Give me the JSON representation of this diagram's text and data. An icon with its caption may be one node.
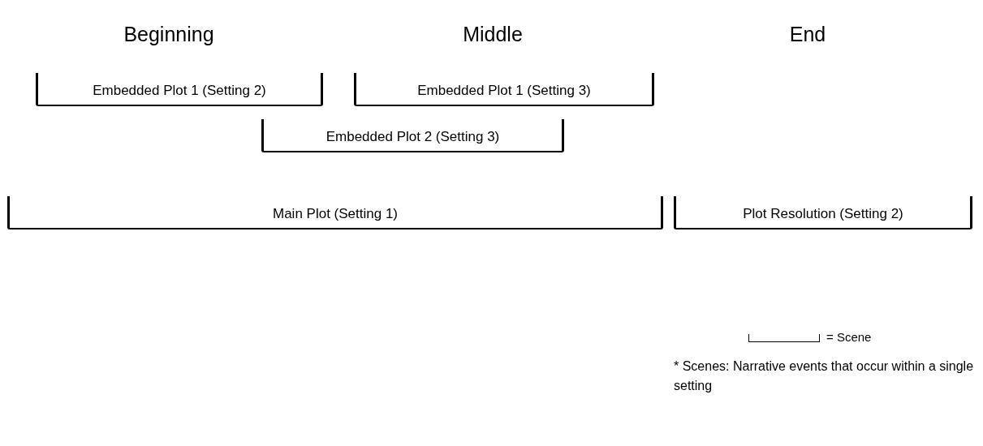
{
  "diagram": {
    "nodes": [
      {
        "text": [
          "Embedded Plot 1 (Setting 2)"
        ]
      },
      {
        "text": [
          "Embedded Plot 1 (Setting 3)"
        ]
      },
      {
        "text": [
          "Embedded Plot 2 (Setting 3)"
        ]
      },
      {
        "text": [
          "Main Plot (Setting 1)"
        ]
      },
      {
        "text": [
          "Plot Resolution (Setting 2)"
        ]
      }
    ],
    "labels": [
      "Beginning",
      "Middle",
      "End",
      "* Scenes: Narrative events that occur within a single setting"
    ],
    "legend": [
      {
        "text": "= Scene"
      }
    ]
  }
}
